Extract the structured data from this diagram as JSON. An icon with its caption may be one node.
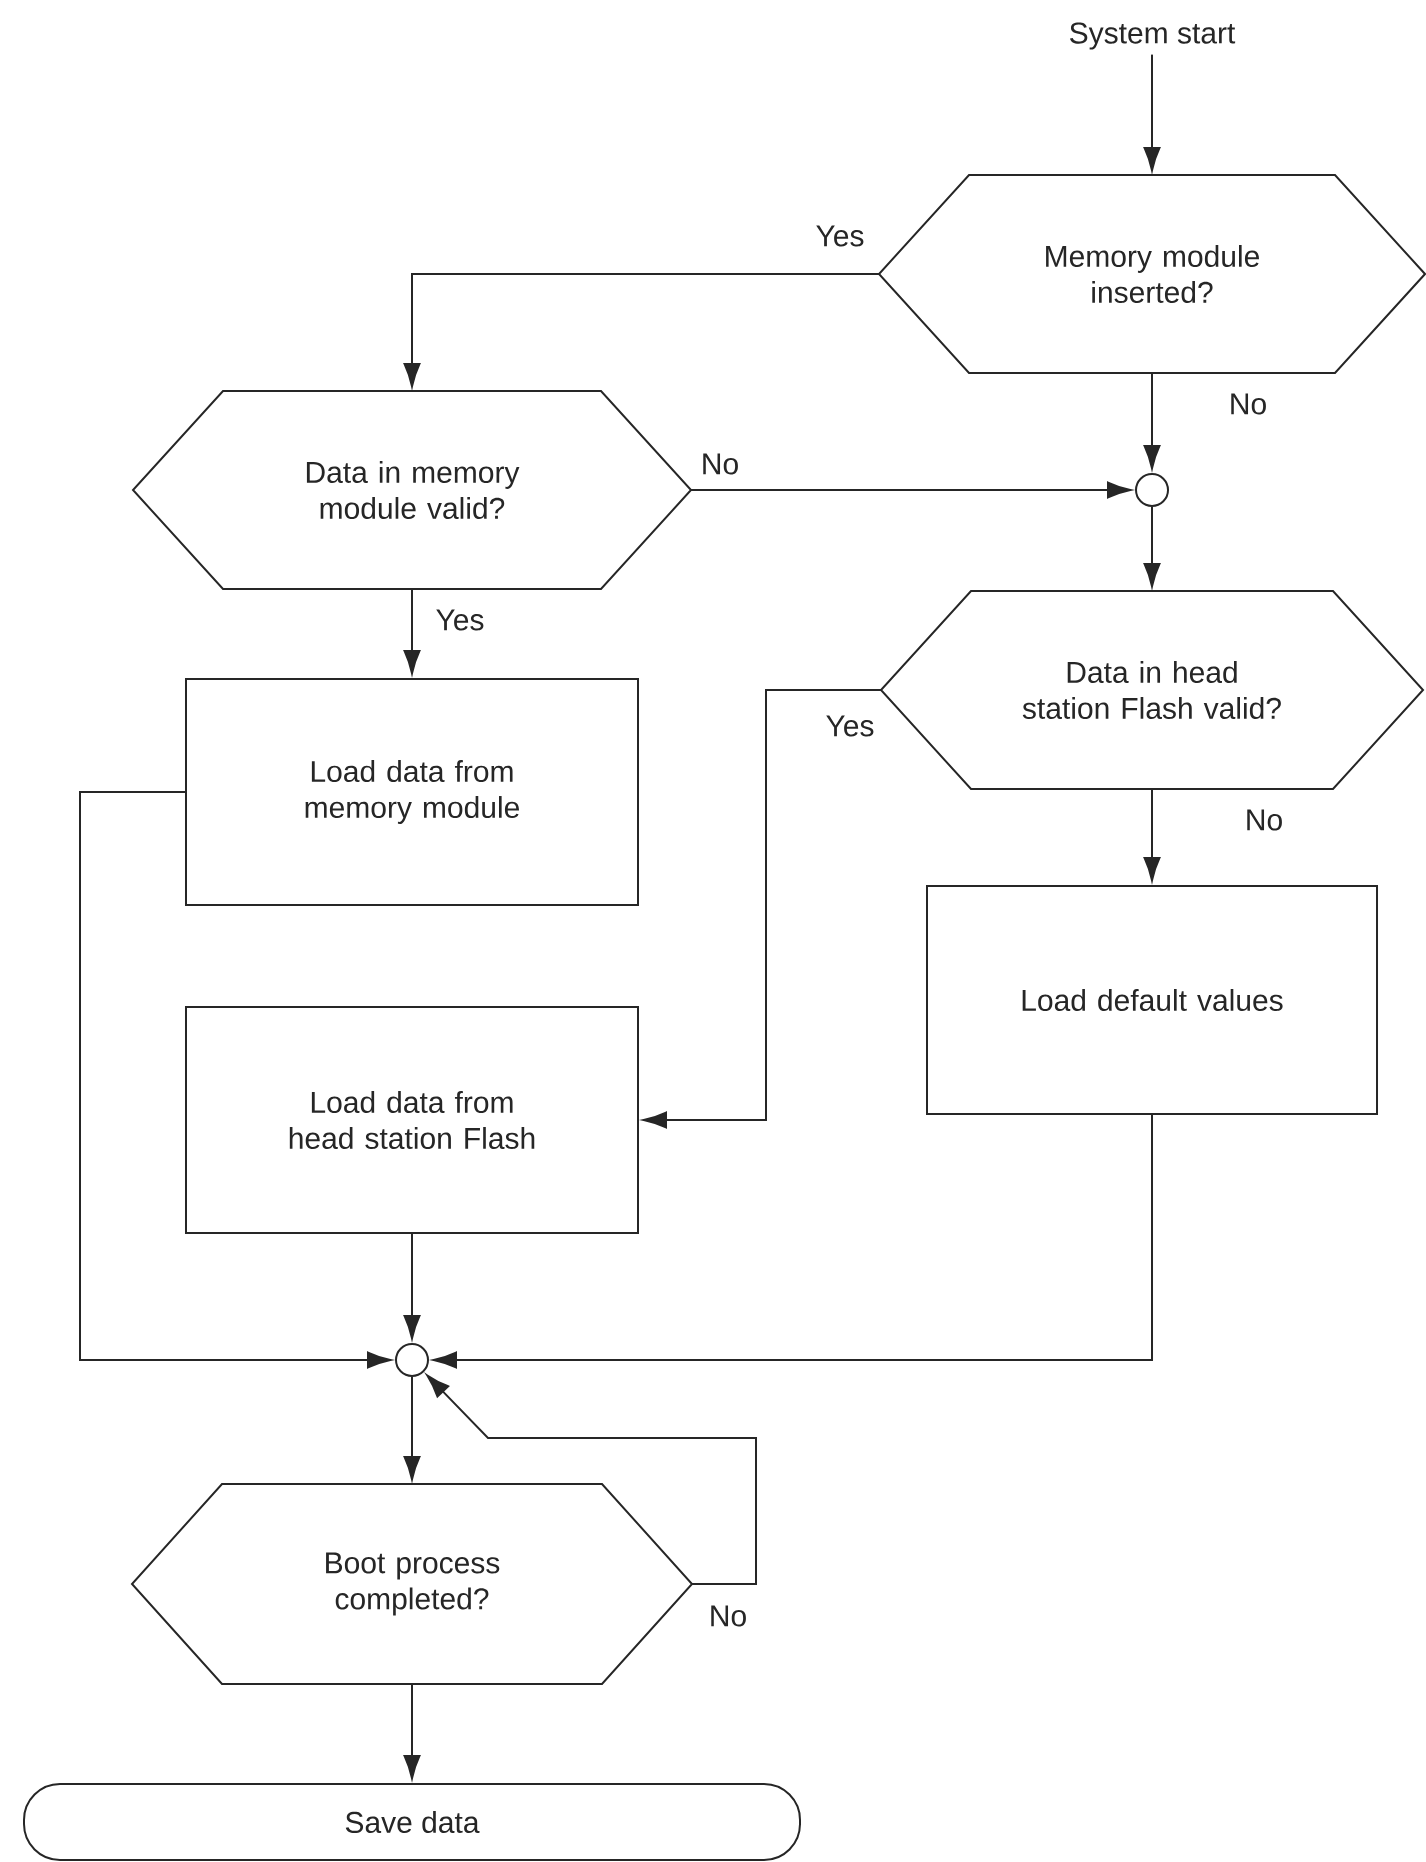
{
  "diagram": {
    "nodes": [
      {
        "text": [
          "System start"
        ]
      },
      {
        "text": [
          "Memory module inserted?"
        ]
      },
      {
        "text": [
          "Data in memory module valid?"
        ]
      },
      {
        "text": [],
        "shape": "circle"
      },
      {
        "text": [
          "Data in head station Flash valid?"
        ]
      },
      {
        "text": [
          "Load data from memory module"
        ]
      },
      {
        "text": [
          "Load data from head station Flash"
        ]
      },
      {
        "text": [
          "Load default values"
        ]
      },
      {
        "text": [],
        "shape": "circle"
      },
      {
        "text": [
          "Boot process completed?"
        ]
      },
      {
        "text": [
          "Save data"
        ]
      }
    ],
    "edges": [
      {
        "from": 0,
        "to": 1,
        "arrow": "to"
      },
      {
        "from": 1,
        "to": 2,
        "arrow": "to",
        "label": "Yes"
      },
      {
        "from": 1,
        "to": 3,
        "arrow": "to",
        "label": "No"
      },
      {
        "from": 2,
        "to": 3,
        "arrow": "to",
        "label": "No"
      },
      {
        "from": 2,
        "to": 5,
        "arrow": "to",
        "label": "Yes"
      },
      {
        "from": 3,
        "to": 4,
        "arrow": "to"
      },
      {
        "from": 4,
        "to": 6,
        "arrow": "to",
        "label": "Yes"
      },
      {
        "from": 4,
        "to": 7,
        "arrow": "to",
        "label": "No"
      },
      {
        "from": 5,
        "to": 8,
        "arrow": "to"
      },
      {
        "from": 6,
        "to": 8,
        "arrow": "to"
      },
      {
        "from": 7,
        "to": 8,
        "arrow": "to"
      },
      {
        "from": 8,
        "to": 9,
        "arrow": "to"
      },
      {
        "from": 9,
        "to": 8,
        "arrow": "to",
        "label": "No"
      },
      {
        "from": 9,
        "to": 10,
        "arrow": "to"
      }
    ]
  }
}
